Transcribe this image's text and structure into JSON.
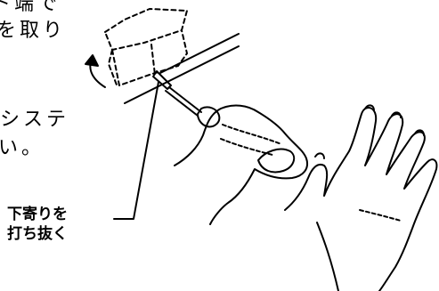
{
  "text_fragments": [
    "ト端で",
    "を取り",
    "システ",
    "い。"
  ],
  "callout": {
    "line1": "下寄りを",
    "line2": "打ち抜く"
  },
  "illustration": {
    "ink": "#000000",
    "background": "#ffffff"
  }
}
